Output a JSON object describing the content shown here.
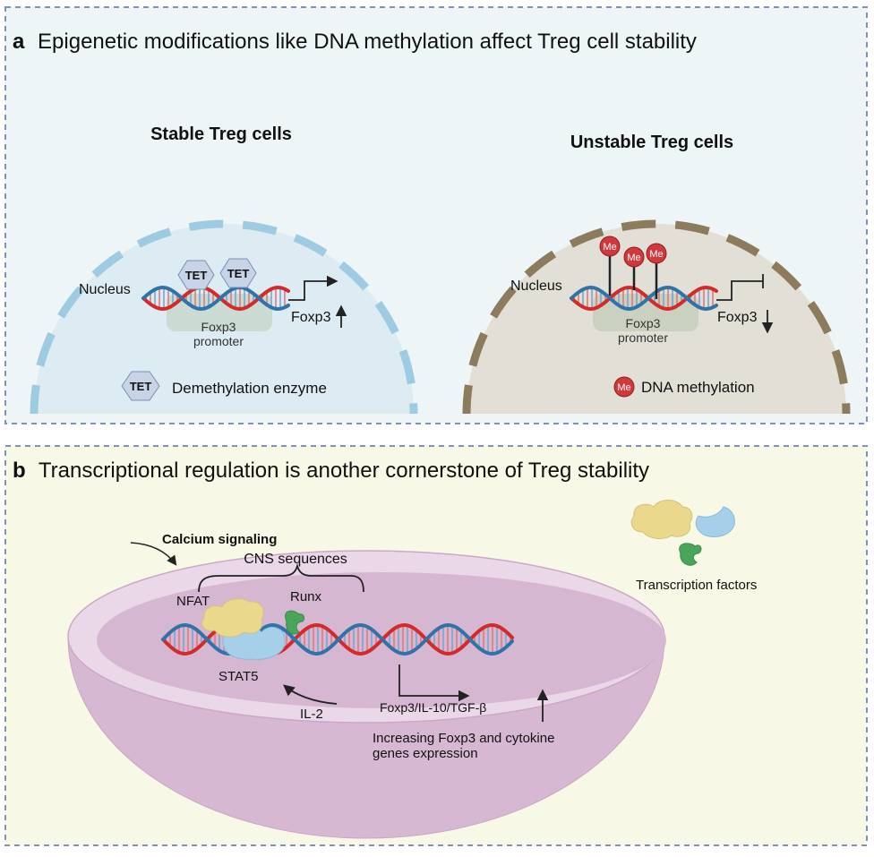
{
  "panel_a": {
    "letter": "a",
    "title": "Epigenetic modifications like DNA methylation affect Treg cell stability",
    "stable": {
      "heading": "Stable Treg cells",
      "nucleus_label": "Nucleus",
      "enzyme_label": "TET",
      "promoter_line1": "Foxp3",
      "promoter_line2": "promoter",
      "gene_label": "Foxp3",
      "legend_text": "Demethylation enzyme"
    },
    "unstable": {
      "heading": "Unstable Treg cells",
      "nucleus_label": "Nucleus",
      "methyl_label": "Me",
      "promoter_line1": "Foxp3",
      "promoter_line2": "promoter",
      "gene_label": "Foxp3",
      "legend_text": "DNA methylation"
    }
  },
  "panel_b": {
    "letter": "b",
    "title": "Transcriptional regulation is another cornerstone of Treg stability",
    "calcium_label": "Calcium signaling",
    "cns_label": "CNS sequences",
    "nfat_label": "NFAT",
    "runx_label": "Runx",
    "stat5_label": "STAT5",
    "il2_label": "IL-2",
    "output_label": "Foxp3/IL-10/TGF-β",
    "note_line1": "Increasing Foxp3 and cytokine",
    "note_line2": "genes expression",
    "legend_label": "Transcription factors"
  },
  "colors": {
    "panel_a_bg": "#eef5f7",
    "panel_b_bg": "#f8f8e6",
    "border_dash": "#7f93b8",
    "stable_cell_fill": "#ddebf3",
    "stable_membrane": "#9fcbe2",
    "unstable_cell_fill": "#e2e0d6",
    "unstable_membrane": "#8c7b5c",
    "dna_red": "#d42a2a",
    "dna_blue": "#2f73a8",
    "methyl_red": "#d0383c",
    "tet_fill": "#c7d3e6",
    "nfat_yellow": "#ead98c",
    "stat5_blue": "#a6d0ea",
    "runx_green": "#4aa55b",
    "bowl_outer": "#dcc3d9",
    "bowl_inner": "#d3b4cf"
  }
}
